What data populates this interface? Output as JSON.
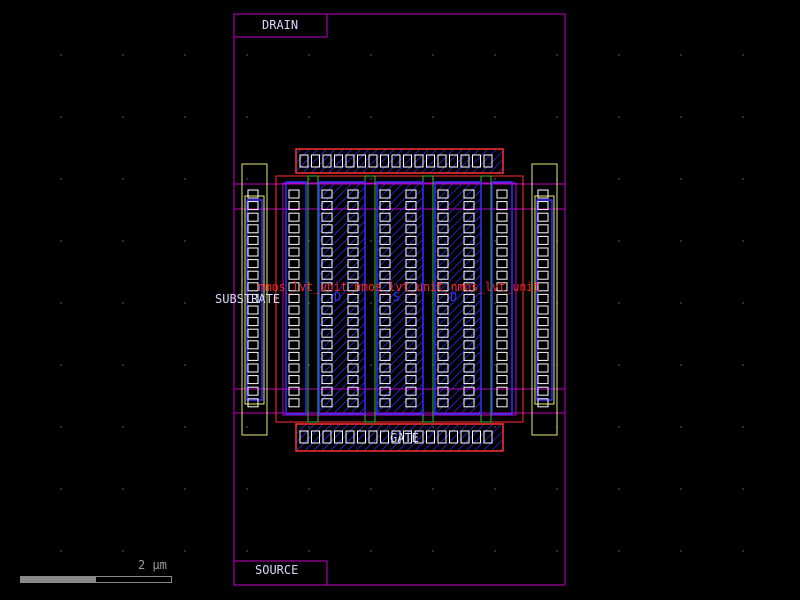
{
  "labels": {
    "drain": "DRAIN",
    "source": "SOURCE",
    "gate": "GATE",
    "substrate": "SUBSTRATE",
    "finger_labels": [
      "D",
      "S",
      "D"
    ],
    "overlay_text": "nmos_lvt_unit_nmos_lvt_unit_nmos_lvt_unit"
  },
  "scale": {
    "text": "2 µm",
    "fraction": 0.5
  },
  "colors": {
    "background": "#000000",
    "boundary": "#c000c0",
    "metal1": "#3030ff",
    "contact": "#ffffff",
    "well": "#ff3030",
    "poly": "#30c030",
    "substrate_tap": "#e8e870",
    "label": "#d8d8ff",
    "overlay_text": "#ff2020"
  }
}
